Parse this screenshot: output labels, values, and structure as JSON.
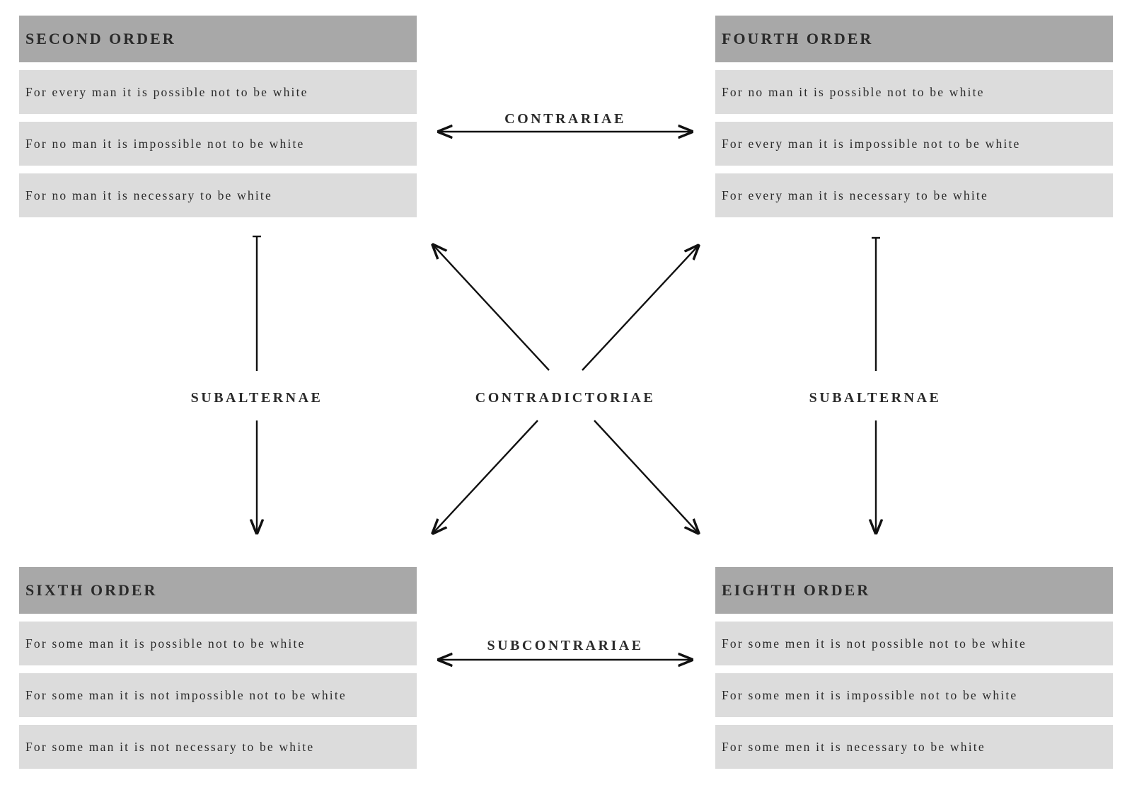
{
  "boxes": {
    "second": {
      "title": "SECOND ORDER",
      "rows": [
        "For every man it is possible not to be white",
        "For no man it is impossible not to be white",
        "For no man it is necessary to be white"
      ]
    },
    "fourth": {
      "title": "FOURTH ORDER",
      "rows": [
        "For no man it is possible not to be white",
        "For every man it is impossible not to be white",
        "For every man it is necessary to be white"
      ]
    },
    "sixth": {
      "title": "SIXTH ORDER",
      "rows": [
        "For some man it is possible not to be white",
        "For some man it is not impossible not to be white",
        "For some man it is not necessary to be white"
      ]
    },
    "eighth": {
      "title": "EIGHTH ORDER",
      "rows": [
        "For some men it is not possible not to be white",
        "For some men it is impossible not to be white",
        "For some men it is necessary to be white"
      ]
    }
  },
  "relations": {
    "contrariae": "CONTRARIAE",
    "subcontrariae": "SUBCONTRARIAE",
    "contradictoriae": "CONTRADICTORIAE",
    "subalternae_left": "SUBALTERNAE",
    "subalternae_right": "SUBALTERNAE"
  }
}
